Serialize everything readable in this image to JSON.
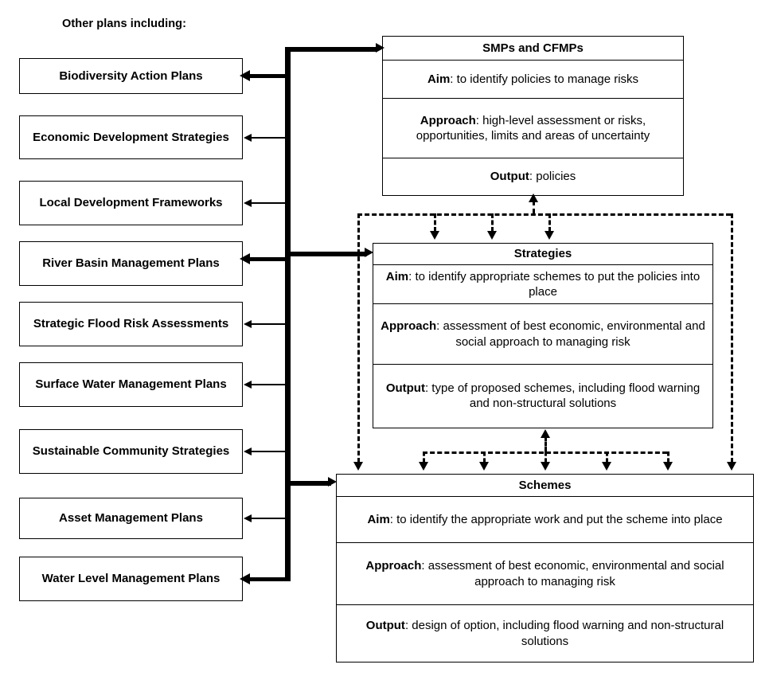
{
  "caption": "Other plans including:",
  "left_plans": [
    {
      "label": "Biodiversity Action Plans"
    },
    {
      "label": "Economic Development Strategies"
    },
    {
      "label": "Local Development Frameworks"
    },
    {
      "label": "River Basin Management Plans"
    },
    {
      "label": "Strategic Flood Risk Assessments"
    },
    {
      "label": "Surface Water Management Plans"
    },
    {
      "label": "Sustainable Community Strategies"
    },
    {
      "label": "Asset Management Plans"
    },
    {
      "label": "Water Level Management Plans"
    }
  ],
  "stages": {
    "smps": {
      "title": "SMPs and CFMPs",
      "aim_label": "Aim",
      "aim_text": ":  to identify policies to manage risks",
      "approach_label": "Approach",
      "approach_text": ":  high-level assessment or risks, opportunities, limits and areas of uncertainty",
      "output_label": "Output",
      "output_text": ":  policies"
    },
    "strategies": {
      "title": "Strategies",
      "aim_label": "Aim",
      "aim_text": ":  to identify appropriate schemes to put the policies into place",
      "approach_label": "Approach",
      "approach_text": ":  assessment of best economic, environmental and social approach to managing risk",
      "output_label": "Output",
      "output_text": ":  type of proposed schemes, including flood warning and non-structural solutions"
    },
    "schemes": {
      "title": "Schemes",
      "aim_label": "Aim",
      "aim_text": ":  to identify the appropriate work and put the scheme into place",
      "approach_label": "Approach",
      "approach_text": ":  assessment of best economic, environmental and social approach to managing risk",
      "output_label": "Output",
      "output_text": ":  design of option, including flood warning and non-structural solutions"
    }
  },
  "colors": {
    "line": "#000000",
    "background": "#ffffff"
  }
}
